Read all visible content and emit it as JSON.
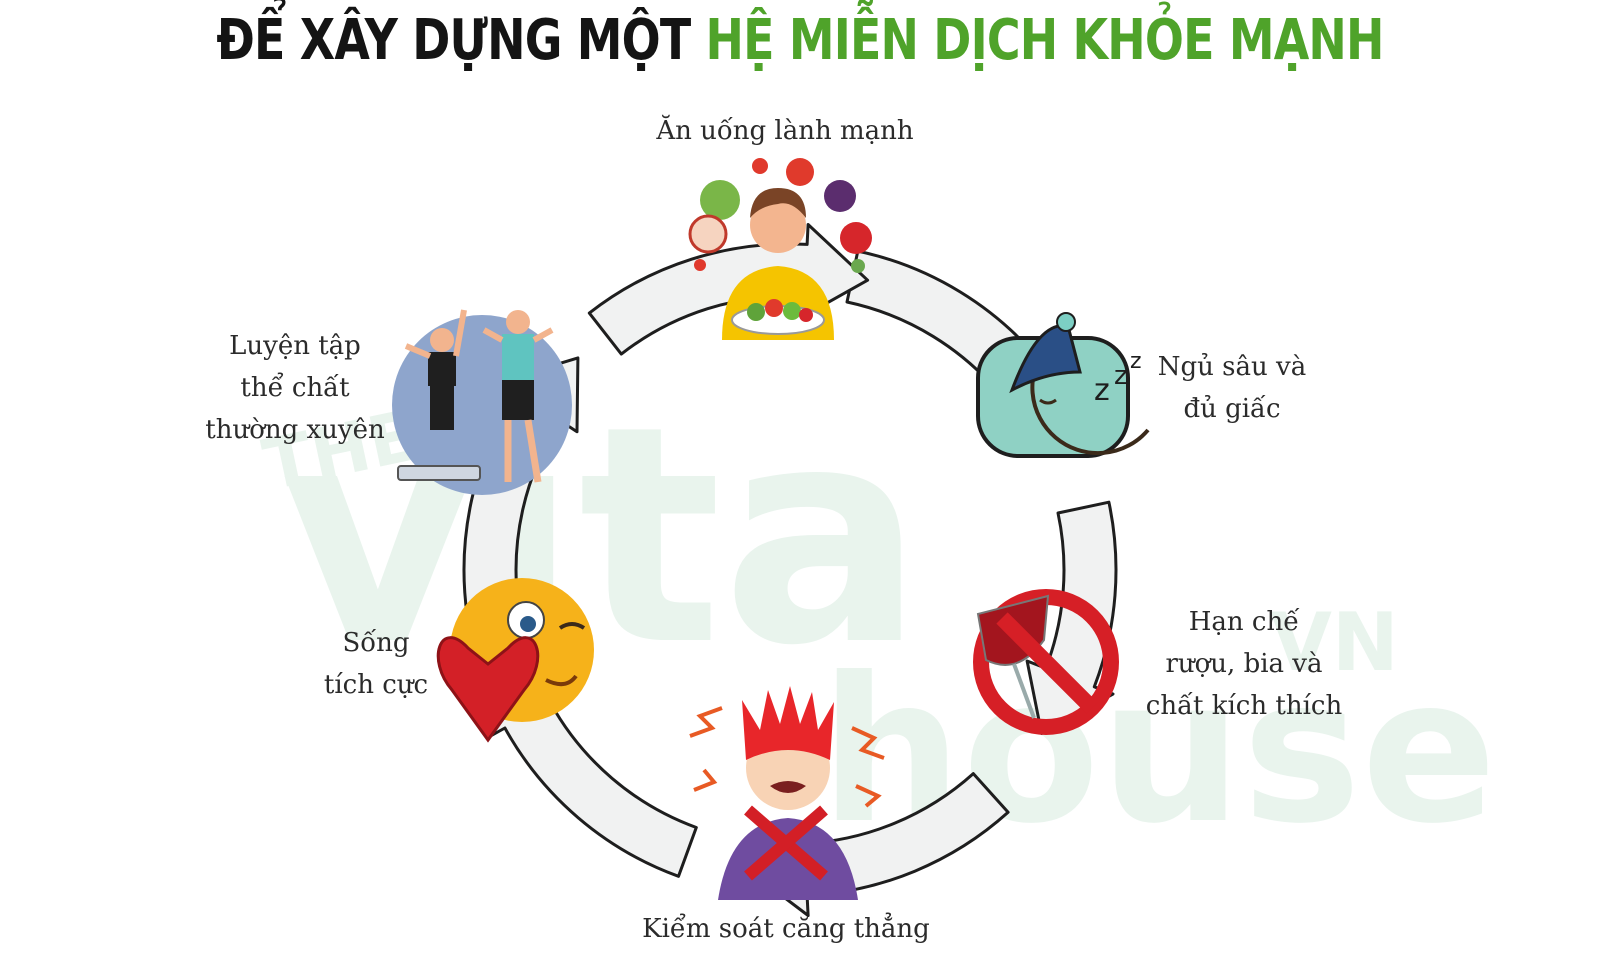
{
  "title": {
    "part1": "ĐỂ XÂY DỰNG MỘT ",
    "part2": "HỆ MIỄN DỊCH KHỎE MẠNH"
  },
  "colors": {
    "title_dark": "#141414",
    "title_green": "#4fa32a",
    "arrow_fill": "#f1f2f2",
    "arrow_stroke": "#1e1e1e",
    "watermark": "#e7f3ec"
  },
  "watermark": {
    "word1": "THE",
    "word2": "vita",
    "word3": "house",
    "word4": "VN"
  },
  "steps": [
    {
      "lines": [
        "Ăn uống lành mạnh"
      ],
      "icon": "healthy-eating-icon"
    },
    {
      "lines": [
        "Ngủ sâu và",
        "đủ giấc"
      ],
      "icon": "sleeping-moon-icon"
    },
    {
      "lines": [
        "Hạn chế",
        "rượu, bia và",
        "chất kích thích"
      ],
      "icon": "no-wine-icon"
    },
    {
      "lines": [
        "Kiểm soát căng thẳng"
      ],
      "icon": "stressed-person-icon"
    },
    {
      "lines": [
        "Sống",
        "tích cực"
      ],
      "icon": "heart-emoji-icon"
    },
    {
      "lines": [
        "Luyện tập",
        "thể chất",
        "thường xuyên"
      ],
      "icon": "exercise-icon"
    }
  ]
}
